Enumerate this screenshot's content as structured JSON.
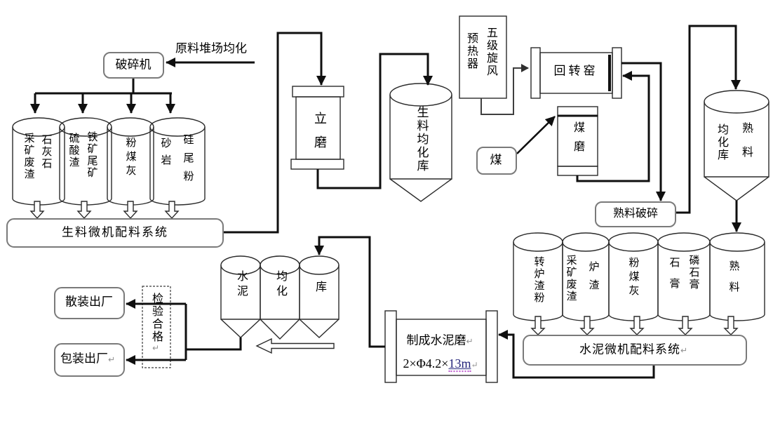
{
  "diagram": {
    "stockyard": "原料堆场均化",
    "crusher": "破碎机",
    "raw_batching": "生料微机配料系统",
    "vertical_mill": "立磨",
    "raw_meal_silo": "生料均化库",
    "preheater_col_right": "五级旋风",
    "preheater_col_left": "预热器",
    "rotary_kiln": "回转窑",
    "coal": "煤",
    "coal_mill": "煤磨",
    "clinker_crusher": "熟料破碎",
    "clinker_silo_right": "熟料",
    "clinker_silo_left": "均化库",
    "cement_batching": "水泥微机配料系统",
    "cement_mill_name": "制成水泥磨",
    "cement_mill_spec_prefix": "2×Φ4.2×",
    "cement_mill_spec_dim": "13m",
    "inspection": "检验合格",
    "bulk_delivery": "散装出厂",
    "bag_delivery": "包装出厂",
    "return_mark": "↵",
    "raw_silos": {
      "s1_left": "采矿废渣",
      "s1_right": "石灰石",
      "s2_left": "硫酸渣",
      "s2_right": "铁矿尾矿",
      "s3": "粉煤灰",
      "s4_left": "砂岩",
      "s4_right": "硅尾粉"
    },
    "cement_silos": {
      "c1": "水泥",
      "c2": "均化",
      "c3": "库"
    },
    "mix_silos": {
      "m1": "转炉渣粉",
      "m2_left": "采矿废渣",
      "m2_right": "炉渣",
      "m3": "粉煤灰",
      "m4_left": "石膏",
      "m4_right": "磷石膏",
      "m5": "熟料"
    }
  }
}
